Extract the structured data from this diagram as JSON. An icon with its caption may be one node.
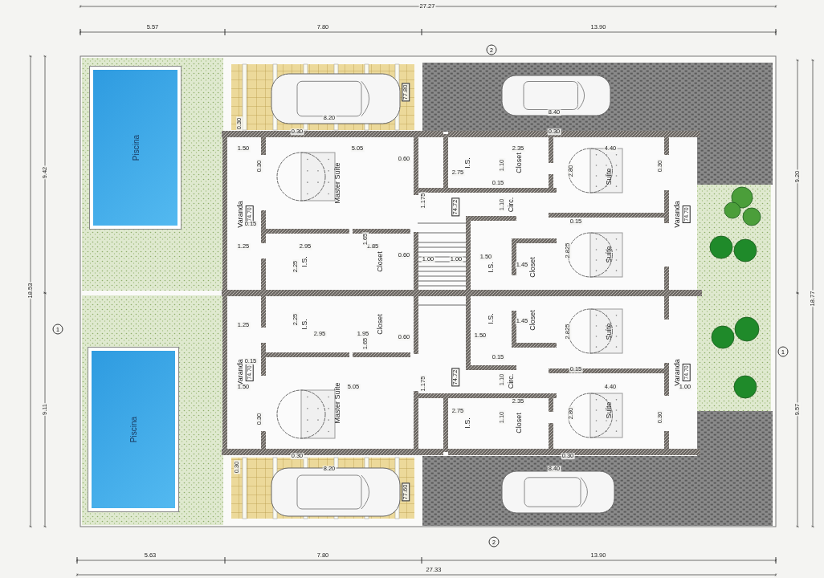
{
  "diagram": {
    "nodes": [
      {
        "text": [
          "Piscina"
        ]
      },
      {
        "text": [
          "Piscina"
        ]
      },
      {
        "text": [
          "Varanda",
          "74.70"
        ]
      },
      {
        "text": [
          "Master Suíte"
        ]
      },
      {
        "text": [
          "I.S."
        ]
      },
      {
        "text": [
          "Closet"
        ]
      },
      {
        "text": [
          "I.S."
        ]
      },
      {
        "text": [
          "Closet"
        ]
      },
      {
        "text": [
          "Circ."
        ]
      },
      {
        "text": [
          "I.S."
        ]
      },
      {
        "text": [
          "Closet"
        ]
      },
      {
        "text": [
          "Suíte"
        ]
      },
      {
        "text": [
          "Suíte"
        ]
      },
      {
        "text": [
          "Varanda",
          "74.70"
        ]
      },
      {
        "text": [
          "Varanda",
          "74.70"
        ]
      },
      {
        "text": [
          "I.S."
        ]
      },
      {
        "text": [
          "Closet"
        ]
      },
      {
        "text": [
          "I.S."
        ]
      },
      {
        "text": [
          "Closet"
        ]
      },
      {
        "text": [
          "Suíte"
        ]
      },
      {
        "text": [
          "Varanda",
          "74.70"
        ]
      },
      {
        "text": [
          "Master Suíte"
        ]
      },
      {
        "text": [
          "Circ."
        ]
      },
      {
        "text": [
          "I.S."
        ]
      },
      {
        "text": [
          "Closet"
        ]
      },
      {
        "text": [
          "Suíte"
        ]
      }
    ],
    "labels": [
      "27.27",
      "5.57",
      "7.80",
      "13.90",
      "2",
      "18.53",
      "9.42",
      "9.20",
      "18.77",
      "77.80",
      "8.20",
      "8.40",
      "0.30",
      "0.30",
      "0.30",
      "1.50",
      "0.30",
      "5.05",
      "0.60",
      "2.75",
      "1.10",
      "2.35",
      "2.80",
      "4.40",
      "0.30",
      "1.175",
      "74.72",
      "1.10",
      "0.15",
      "0.15",
      "0.15",
      "1.25",
      "2.95",
      "1.85",
      "0.60",
      "2.25",
      "1.65",
      "1.00",
      "1.00",
      "1.50",
      "1.45",
      "2.825",
      "1",
      "1",
      "1.25",
      "2.95",
      "1.95",
      "0.60",
      "2.25",
      "1.65",
      "1.50",
      "1.45",
      "2.825",
      "0.15",
      "74.72",
      "1.175",
      "0.15",
      "1.10",
      "0.15",
      "1.50",
      "5.05",
      "0.30",
      "2.75",
      "2.35",
      "1.10",
      "2.80",
      "4.40",
      "0.30",
      "1.00",
      "0.30",
      "0.30",
      "0.30",
      "8.20",
      "8.40",
      "77.60",
      "9.11",
      "9.57",
      "2",
      "5.63",
      "7.80",
      "13.90",
      "27.33"
    ]
  }
}
